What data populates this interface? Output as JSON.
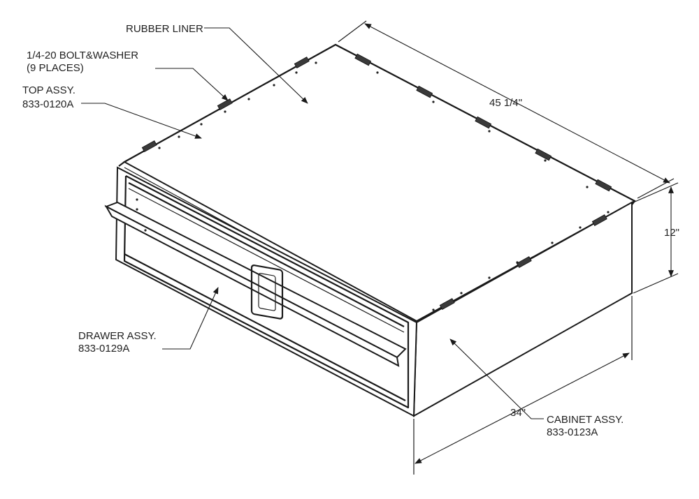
{
  "labels": {
    "rubber_liner": "RUBBER LINER",
    "bolt_washer_line1": "1/4-20 BOLT&WASHER",
    "bolt_washer_line2": "(9 PLACES)",
    "top_assy_line1": "TOP ASSY.",
    "top_assy_line2": "833-0120A",
    "drawer_assy_line1": "DRAWER ASSY.",
    "drawer_assy_line2": "833-0129A",
    "cabinet_assy_line1": "CABINET ASSY.",
    "cabinet_assy_line2": "833-0123A"
  },
  "dimensions": {
    "length": "45 1/4\"",
    "height": "12\"",
    "depth": "34\""
  },
  "icons": {
    "dimension_arrow": "arrowhead",
    "hinge": "hinge-plate"
  },
  "colors": {
    "line": "#1a1a1a",
    "background": "#ffffff",
    "hinge": "#3a3a3a"
  }
}
